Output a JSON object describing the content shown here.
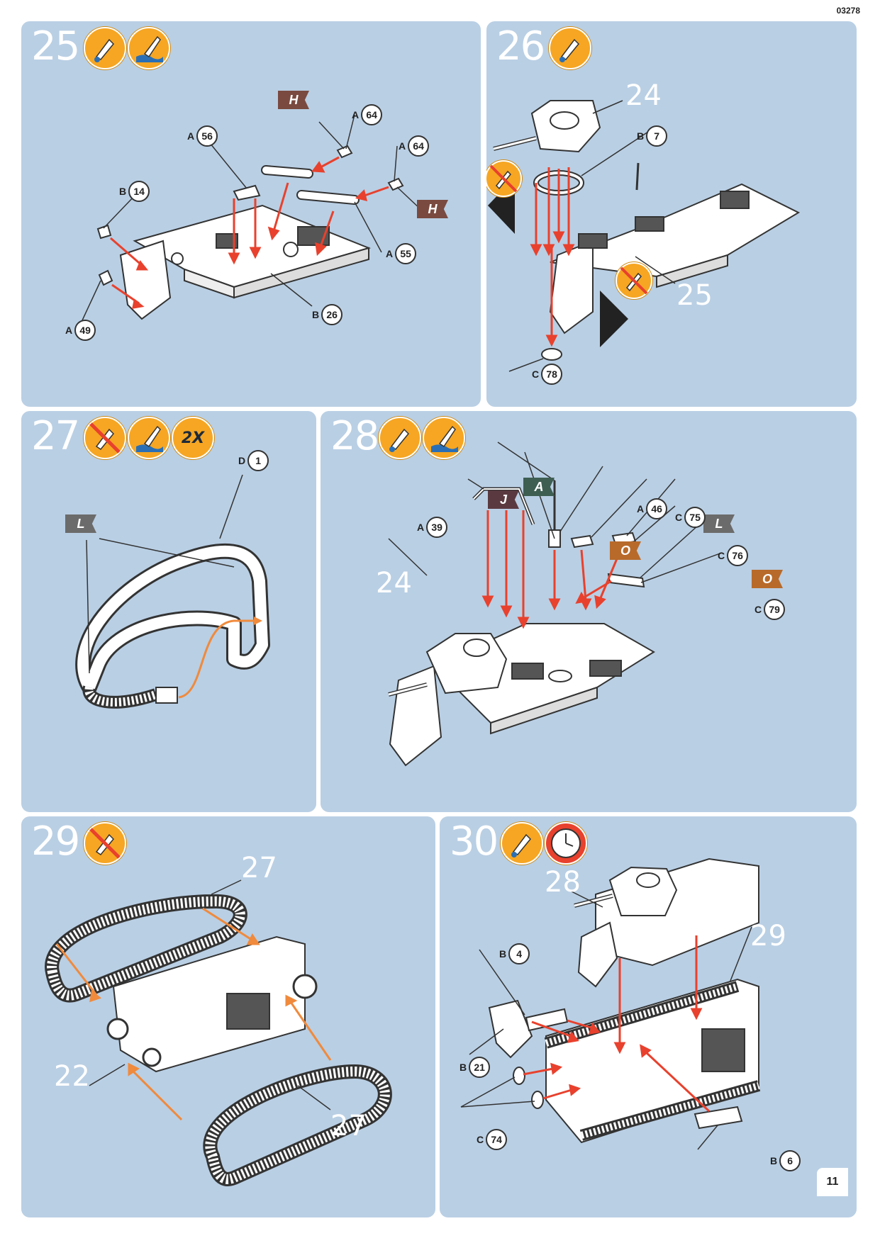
{
  "header": {
    "code": "03278"
  },
  "footer": {
    "page_number": "11"
  },
  "colors": {
    "panel": "#b9cfe4",
    "arrow_red": "#e8412d",
    "arrow_orange": "#f08a3c",
    "symbol_bg": "#f6a623"
  },
  "steps": [
    {
      "number": "25",
      "symbols": [
        "glue-icon",
        "paint-icon"
      ],
      "parts": [
        {
          "prefix": "A",
          "num": "56"
        },
        {
          "prefix": "A",
          "num": "64"
        },
        {
          "prefix": "A",
          "num": "64"
        },
        {
          "prefix": "B",
          "num": "14"
        },
        {
          "prefix": "A",
          "num": "55"
        },
        {
          "prefix": "B",
          "num": "26"
        },
        {
          "prefix": "A",
          "num": "49"
        }
      ],
      "paint_flags": [
        "H",
        "H"
      ]
    },
    {
      "number": "26",
      "symbols": [
        "glue-icon"
      ],
      "ref_labels": [
        "24",
        "25"
      ],
      "parts": [
        {
          "prefix": "B",
          "num": "7"
        },
        {
          "prefix": "C",
          "num": "78"
        }
      ]
    },
    {
      "number": "27",
      "symbols": [
        "no-glue-icon",
        "paint-icon"
      ],
      "multiplier": "2X",
      "parts": [
        {
          "prefix": "D",
          "num": "1"
        }
      ],
      "paint_flags": [
        "L"
      ]
    },
    {
      "number": "28",
      "symbols": [
        "glue-icon",
        "paint-icon"
      ],
      "ref_labels": [
        "24"
      ],
      "parts": [
        {
          "prefix": "A",
          "num": "39"
        },
        {
          "prefix": "A",
          "num": "46"
        },
        {
          "prefix": "C",
          "num": "75"
        },
        {
          "prefix": "C",
          "num": "76"
        },
        {
          "prefix": "C",
          "num": "79"
        }
      ],
      "paint_flags": [
        "J",
        "A",
        "L",
        "O",
        "O"
      ]
    },
    {
      "number": "29",
      "symbols": [
        "no-glue-icon"
      ],
      "ref_labels": [
        "27",
        "22",
        "27"
      ]
    },
    {
      "number": "30",
      "symbols": [
        "glue-icon",
        "clock-icon"
      ],
      "ref_labels": [
        "28",
        "29"
      ],
      "parts": [
        {
          "prefix": "B",
          "num": "4"
        },
        {
          "prefix": "B",
          "num": "21"
        },
        {
          "prefix": "C",
          "num": "74"
        },
        {
          "prefix": "B",
          "num": "6"
        }
      ]
    }
  ]
}
